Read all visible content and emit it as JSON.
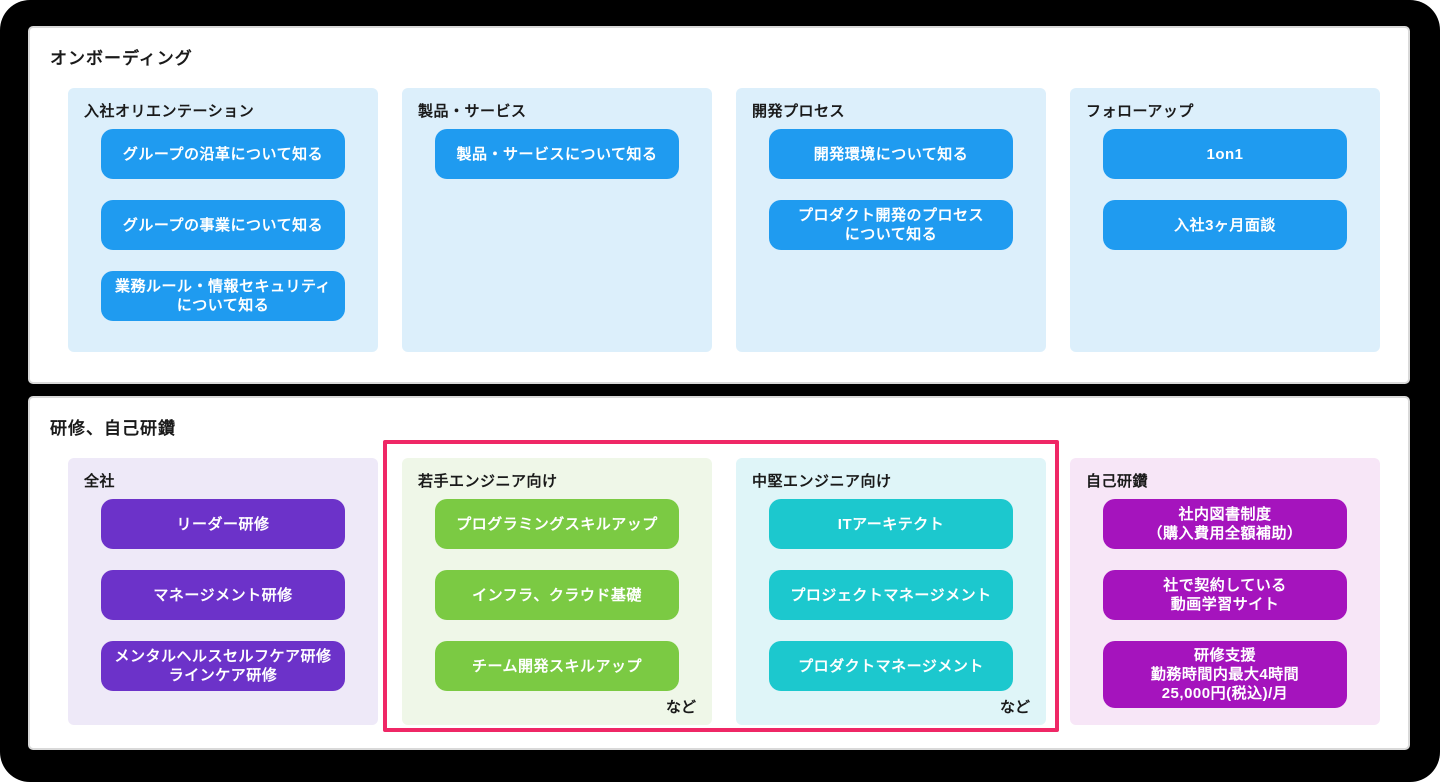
{
  "colors": {
    "frame_background": "#000000",
    "panel_background": "#ffffff",
    "panel_border": "#d9d9d9",
    "highlight_border": "#ef2766",
    "text": "#1a1a1a",
    "button_text": "#ffffff",
    "themes": {
      "blue": {
        "panel": "#dceffb",
        "button": "#1f9bf0"
      },
      "purple": {
        "panel": "#eee9f8",
        "button": "#6c32c9"
      },
      "green": {
        "panel": "#eff7e8",
        "button": "#7bca43"
      },
      "cyan": {
        "panel": "#dff5f8",
        "button": "#1cc8ce"
      },
      "magenta": {
        "panel": "#f7e6f7",
        "button": "#a514bd"
      }
    }
  },
  "sections": [
    {
      "id": "onboarding",
      "title": "オンボーディング",
      "columns": [
        {
          "title": "入社オリエンテーション",
          "theme": "blue",
          "buttons": [
            [
              "グループの沿革について知る"
            ],
            [
              "グループの事業について知る"
            ],
            [
              "業務ルール・情報セキュリティ",
              "について知る"
            ]
          ]
        },
        {
          "title": "製品・サービス",
          "theme": "blue",
          "buttons": [
            [
              "製品・サービスについて知る"
            ]
          ]
        },
        {
          "title": "開発プロセス",
          "theme": "blue",
          "buttons": [
            [
              "開発環境について知る"
            ],
            [
              "プロダクト開発のプロセス",
              "について知る"
            ]
          ]
        },
        {
          "title": "フォローアップ",
          "theme": "blue",
          "buttons": [
            [
              "1on1"
            ],
            [
              "入社3ヶ月面談"
            ]
          ]
        }
      ]
    },
    {
      "id": "training",
      "title": "研修、自己研鑽",
      "highlight_columns": [
        1,
        2
      ],
      "columns": [
        {
          "title": "全社",
          "theme": "purple",
          "buttons": [
            [
              "リーダー研修"
            ],
            [
              "マネージメント研修"
            ],
            [
              "メンタルヘルスセルフケア研修",
              "ラインケア研修"
            ]
          ]
        },
        {
          "title": "若手エンジニア向け",
          "theme": "green",
          "note": "など",
          "buttons": [
            [
              "プログラミングスキルアップ"
            ],
            [
              "インフラ、クラウド基礎"
            ],
            [
              "チーム開発スキルアップ"
            ]
          ]
        },
        {
          "title": "中堅エンジニア向け",
          "theme": "cyan",
          "note": "など",
          "buttons": [
            [
              "ITアーキテクト"
            ],
            [
              "プロジェクトマネージメント"
            ],
            [
              "プロダクトマネージメント"
            ]
          ]
        },
        {
          "title": "自己研鑽",
          "theme": "magenta",
          "buttons": [
            [
              "社内図書制度",
              "（購入費用全額補助）"
            ],
            [
              "社で契約している",
              "動画学習サイト"
            ],
            [
              "研修支援",
              "勤務時間内最大4時間",
              "25,000円(税込)/月"
            ]
          ]
        }
      ]
    }
  ]
}
